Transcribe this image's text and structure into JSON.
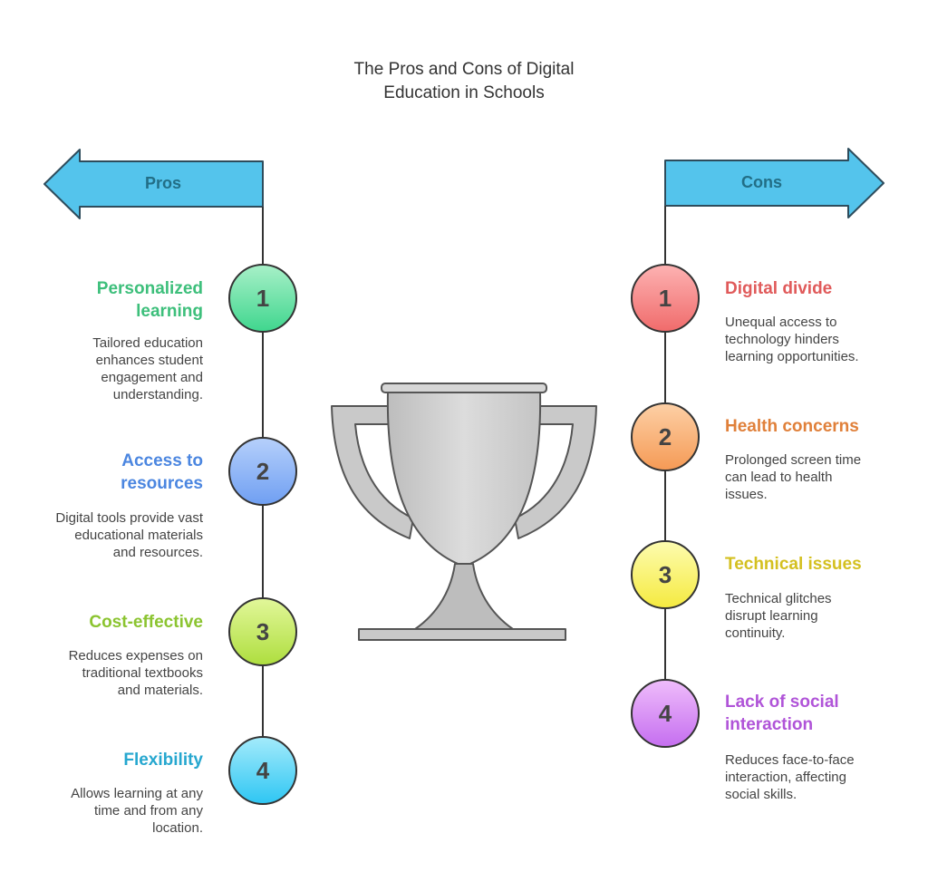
{
  "title_line1": "The Pros and Cons of Digital",
  "title_line2": "Education in Schools",
  "pros": {
    "label": "Pros",
    "items": [
      {
        "number": "1",
        "heading_line1": "Personalized",
        "heading_line2": "learning",
        "desc": [
          "Tailored education",
          "enhances student",
          "engagement and",
          "understanding."
        ],
        "color": "#3dbf7b"
      },
      {
        "number": "2",
        "heading_line1": "Access to",
        "heading_line2": "resources",
        "desc": [
          "Digital tools provide vast",
          "educational materials",
          "and resources."
        ],
        "color": "#4b86e0"
      },
      {
        "number": "3",
        "heading_line1": "Cost-effective",
        "heading_line2": "",
        "desc": [
          "Reduces expenses on",
          "traditional textbooks",
          "and materials."
        ],
        "color": "#8bc430"
      },
      {
        "number": "4",
        "heading_line1": "Flexibility",
        "heading_line2": "",
        "desc": [
          "Allows learning at any",
          "time and from any",
          "location."
        ],
        "color": "#26a7cf"
      }
    ]
  },
  "cons": {
    "label": "Cons",
    "items": [
      {
        "number": "1",
        "heading_line1": "Digital divide",
        "heading_line2": "",
        "desc": [
          "Unequal access to",
          "technology hinders",
          "learning opportunities."
        ],
        "color": "#e05a5a"
      },
      {
        "number": "2",
        "heading_line1": "Health concerns",
        "heading_line2": "",
        "desc": [
          "Prolonged screen time",
          "can lead to health",
          "issues."
        ],
        "color": "#e0803a"
      },
      {
        "number": "3",
        "heading_line1": "Technical issues",
        "heading_line2": "",
        "desc": [
          "Technical glitches",
          "disrupt learning",
          "continuity."
        ],
        "color": "#d4c020"
      },
      {
        "number": "4",
        "heading_line1": "Lack of social",
        "heading_line2": "interaction",
        "desc": [
          "Reduces face-to-face",
          "interaction, affecting",
          "social skills."
        ],
        "color": "#b054d8"
      }
    ]
  },
  "colors": {
    "arrow_fill": "#54c4ec",
    "arrow_stroke": "#2e4c5c",
    "trophy_fill": "#c9c9c9",
    "trophy_stroke": "#555555"
  }
}
